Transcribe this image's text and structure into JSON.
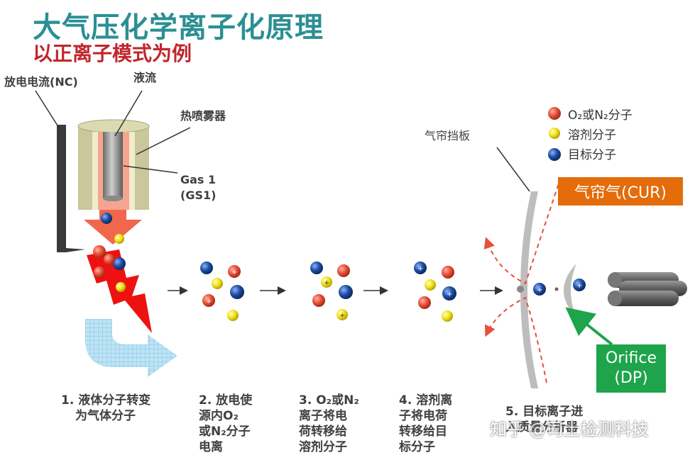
{
  "title": "大气压化学离子化原理",
  "subtitle": "以正离子模式为例",
  "labels": {
    "nc": "放电电流(NC)",
    "liquid": "液流",
    "heater": "热喷雾器",
    "gas1_line1": "Gas 1",
    "gas1_line2": "(GS1)",
    "curtain_plate": "气帘挡板"
  },
  "legend": {
    "o2n2": "O₂或N₂分子",
    "solvent": "溶剂分子",
    "target": "目标分子"
  },
  "badges": {
    "cur": "气帘气(CUR)",
    "dp_line1": "Orifice",
    "dp_line2": "(DP)"
  },
  "steps": {
    "s1": [
      "1. 液体分子转变",
      "为气体分子"
    ],
    "s2": [
      "2. 放电使",
      "源内O₂",
      "或N₂分子",
      "电离"
    ],
    "s3": [
      "3. O₂或N₂",
      "离子将电",
      "荷转移给",
      "溶剂分子"
    ],
    "s4": [
      "4. 溶剂离",
      "子将电荷",
      "转移给目",
      "标分子"
    ],
    "s5": [
      "5. 目标离子进",
      "入质量分析器"
    ]
  },
  "watermark": "知乎 @司土检测科技",
  "colors": {
    "title": "#2b8f93",
    "subtitle": "#c0262d",
    "o2n2_molecule": "#e8503a",
    "solvent_molecule": "#f2e21a",
    "target_molecule": "#1d4fa3",
    "cur_badge": "#e46c0a",
    "dp_badge": "#1ea44a"
  },
  "icons": [
    "positive-charge-icon",
    "arrow-right-icon",
    "lightning-icon",
    "quadrupole-rods-icon"
  ]
}
